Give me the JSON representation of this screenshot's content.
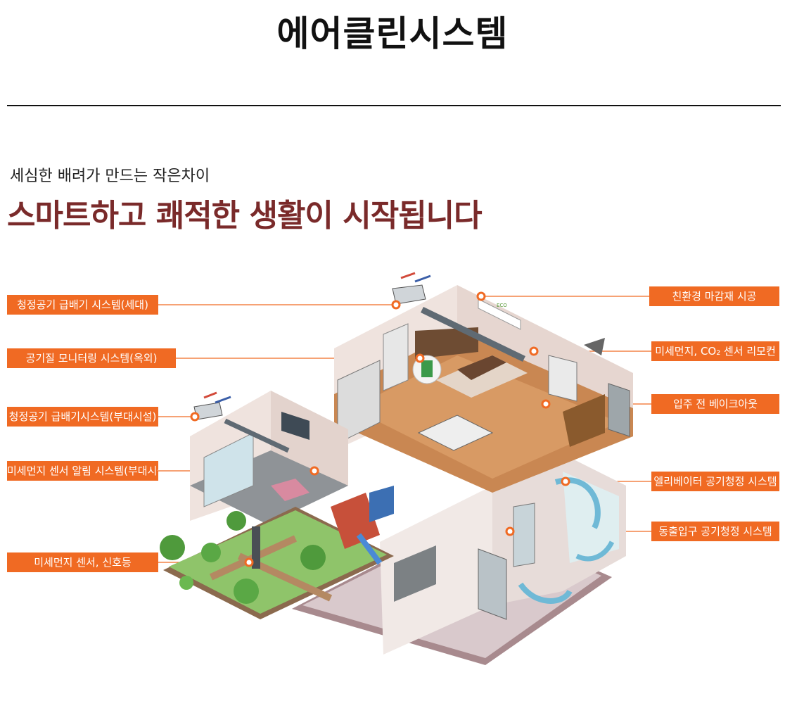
{
  "page": {
    "title": "에어클린시스템",
    "subtitle": "세심한 배려가 만드는 작은차이",
    "headline": "스마트하고 쾌적한 생활이 시작됩니다"
  },
  "callouts": {
    "left": [
      "청정공기 급배기 시스템(세대)",
      "공기질 모니터링 시스템(옥외)",
      "청정공기 급배기시스템(부대시설)",
      "미세먼지 센서 알림 시스템(부대시설)",
      "미세먼지 센서, 신호등"
    ],
    "right": [
      "친환경 마감재 시공",
      "미세먼지, CO₂ 센서 리모컨",
      "입주 전 베이크아웃",
      "엘리베이터 공기청정 시스템",
      "동출입구 공기청정 시스템"
    ]
  },
  "illustration": {
    "eco_tag": "ECO"
  },
  "colors": {
    "accent": "#f06a23",
    "headline": "#7a2a2a"
  }
}
